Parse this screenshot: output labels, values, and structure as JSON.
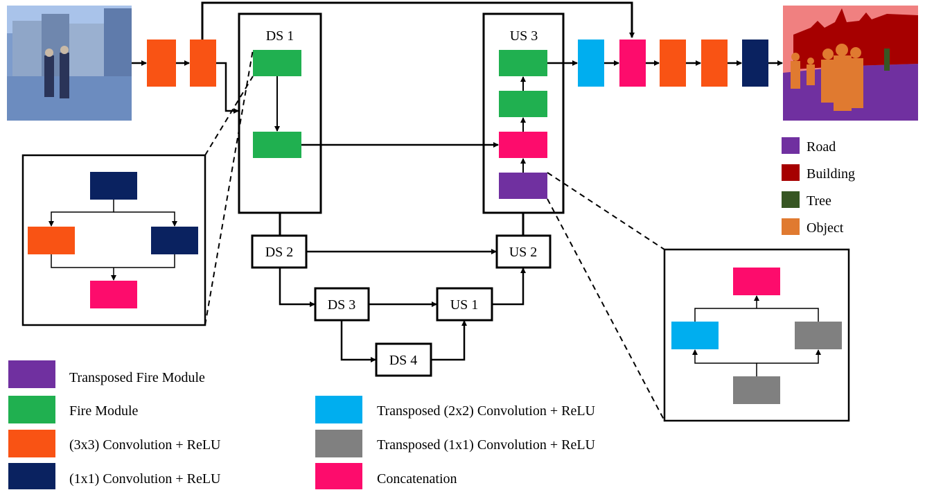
{
  "colors": {
    "orange": "#f95314",
    "green": "#20b050",
    "navy": "#0a2260",
    "pink": "#fd0c6c",
    "cyan": "#00aeef",
    "gray": "#808080",
    "purple": "#7030a0",
    "road": "#7030a0",
    "building": "#a60000",
    "tree": "#375623",
    "object": "#e07a30"
  },
  "icons": {
    "input_image": "street-photo-icon",
    "output_image": "segmentation-map-icon"
  },
  "blocks": {
    "ds1": "DS 1",
    "ds2": "DS 2",
    "ds3": "DS 3",
    "ds4": "DS 4",
    "us1": "US 1",
    "us2": "US 2",
    "us3": "US 3"
  },
  "class_legend": [
    "Road",
    "Building",
    "Tree",
    "Object"
  ],
  "layer_legend": [
    "Transposed Fire Module",
    "Fire Module",
    "(3x3) Convolution + ReLU",
    "(1x1) Convolution + ReLU",
    "Transposed (2x2) Convolution + ReLU",
    "Transposed (1x1) Convolution + ReLU",
    "Concatenation"
  ]
}
